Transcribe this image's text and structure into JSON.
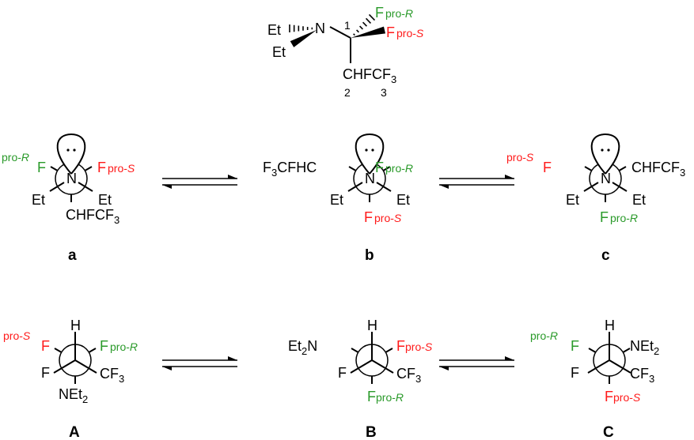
{
  "colors": {
    "pro_R": "#2a9a2a",
    "pro_S": "#ff1a1a",
    "bond": "#000000"
  },
  "top": {
    "n": "N",
    "et_hash": "Et",
    "et_wedge": "Et",
    "c1": "1",
    "f_r": {
      "atom": "F",
      "pro": "pro-",
      "desc": "R"
    },
    "f_s": {
      "atom": "F",
      "pro": "pro-",
      "desc": "S"
    },
    "chain": "CHFCF",
    "chain_sub": "3",
    "c2": "2",
    "c3": "3"
  },
  "row1": {
    "a": {
      "label": "a",
      "pro_r": "pro-",
      "pro_r_desc": "R",
      "f_r": "F",
      "f_s": "F",
      "pro_s": "pro-",
      "pro_s_desc": "S",
      "n": "N",
      "et_l": "Et",
      "et_r": "Et",
      "chain": "CHFCF",
      "chain_sub": "3"
    },
    "b": {
      "label": "b",
      "left_a": "F",
      "left_sub": "3",
      "left_b": "CFHC",
      "f_r": "F",
      "pro_r": "pro-",
      "pro_r_desc": "R",
      "n": "N",
      "et_l": "Et",
      "et_r": "Et",
      "f_s": "F",
      "pro_s": "pro-",
      "pro_s_desc": "S"
    },
    "c": {
      "label": "c",
      "pro_s": "pro-",
      "pro_s_desc": "S",
      "f_s": "F",
      "chain": "CHFCF",
      "chain_sub": "3",
      "n": "N",
      "et_l": "Et",
      "et_r": "Et",
      "f_r": "F",
      "pro_r": "pro-",
      "pro_r_desc": "R"
    }
  },
  "row2": {
    "A": {
      "label": "A",
      "h": "H",
      "pro_s": "pro-",
      "pro_s_desc": "S",
      "f_s": "F",
      "f_r": "F",
      "pro_r": "pro-",
      "pro_r_desc": "R",
      "f": "F",
      "cf3": "CF",
      "cf3_sub": "3",
      "net": "NEt",
      "net_sub": "2"
    },
    "B": {
      "label": "B",
      "h": "H",
      "net": "Et",
      "net_sub": "2",
      "net_n": "N",
      "f_s": "F",
      "pro_s": "pro-",
      "pro_s_desc": "S",
      "f": "F",
      "cf3": "CF",
      "cf3_sub": "3",
      "f_r": "F",
      "pro_r": "pro-",
      "pro_r_desc": "R"
    },
    "C": {
      "label": "C",
      "h": "H",
      "pro_r": "pro-",
      "pro_r_desc": "R",
      "f_r": "F",
      "net": "NEt",
      "net_sub": "2",
      "f": "F",
      "cf3": "CF",
      "cf3_sub": "3",
      "f_s": "F",
      "pro_s": "pro-",
      "pro_s_desc": "S"
    }
  }
}
